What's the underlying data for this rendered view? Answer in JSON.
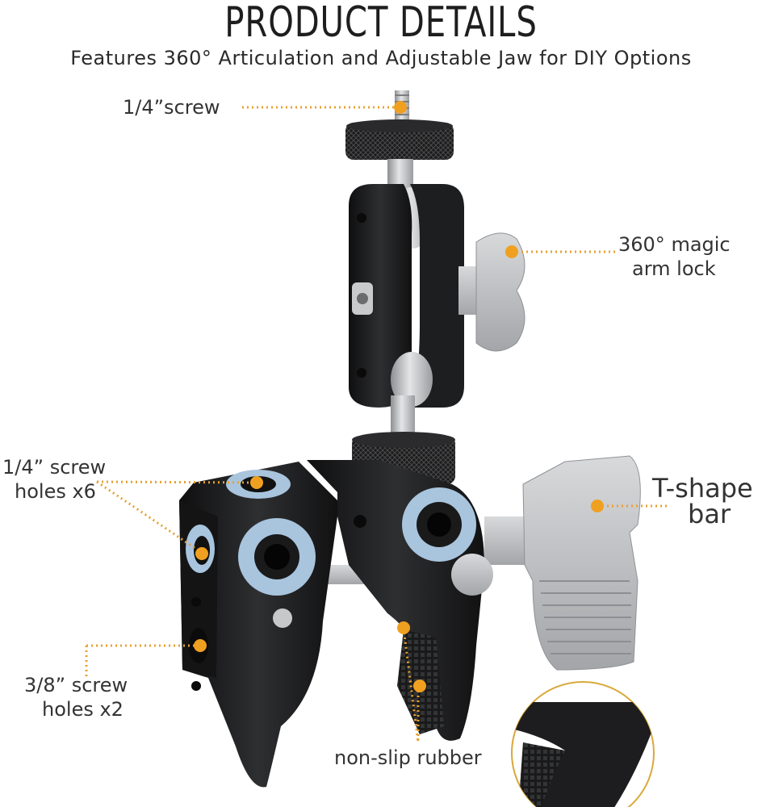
{
  "header": {
    "title": "PRODUCT DETAILS",
    "subtitle": "Features 360° Articulation and Adjustable Jaw for DIY Options"
  },
  "callouts": {
    "top_screw": "1/4”screw",
    "arm_lock_line1": "360° magic",
    "arm_lock_line2": "arm lock",
    "screw_holes_14_line1": "1/4” screw",
    "screw_holes_14_line2": "holes x6",
    "tshape_line1": "T-shape",
    "tshape_line2": "bar",
    "screw_holes_38_line1": "3/8” screw",
    "screw_holes_38_line2": "holes x2",
    "rubber": "non-slip rubber"
  },
  "colors": {
    "callout_dot": "#F0A020",
    "callout_line": "#E8A030",
    "metal_black": "#1c1c1e",
    "metal_silver": "#b9babc",
    "ring_blue": "#a9c4dd"
  }
}
